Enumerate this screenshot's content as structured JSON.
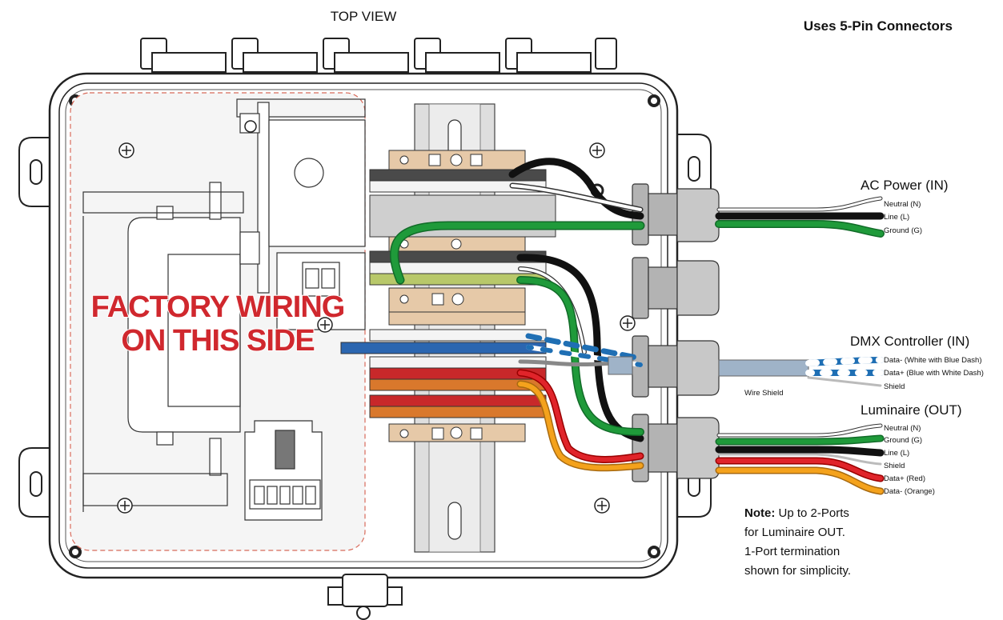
{
  "header": {
    "top_view": "TOP VIEW",
    "connectors": "Uses 5-Pin Connectors"
  },
  "factory_label": {
    "line1": "FACTORY WIRING",
    "line2": "ON THIS SIDE"
  },
  "ports": {
    "ac_power": {
      "title": "AC Power (IN)",
      "wires": [
        "Neutral (N)",
        "Line (L)",
        "Ground (G)"
      ]
    },
    "dmx": {
      "title": "DMX Controller (IN)",
      "wires": [
        "Data- (White with Blue Dash)",
        "Data+ (Blue with White Dash)",
        "Shield"
      ],
      "shield_label": "Wire Shield"
    },
    "luminaire": {
      "title": "Luminaire (OUT)",
      "wires": [
        "Neutral (N)",
        "Ground (G)",
        "Line (L)",
        "Shield",
        "Data+ (Red)",
        "Data- (Orange)"
      ]
    }
  },
  "note": {
    "bold": "Note:",
    "line1": " Up to 2-Ports",
    "line2": "for Luminaire OUT.",
    "line3": "1-Port termination",
    "line4": "shown for simplicity."
  },
  "colors": {
    "neutral": "#ffffff",
    "line": "#111111",
    "ground": "#1f9a3a",
    "data_plus": "#e0242a",
    "data_minus": "#f4a21c",
    "shield": "#bdbdbd",
    "dmx_blue": "#1f6fb4",
    "terminal_tan": "#e6c9a8",
    "terminal_gray": "#4a4a4a",
    "terminal_blue": "#2b66b0",
    "terminal_red": "#c8282a",
    "terminal_orange": "#d9782c",
    "terminal_yellowgreen": "#b8c86a",
    "label_red": "#d0282e"
  }
}
